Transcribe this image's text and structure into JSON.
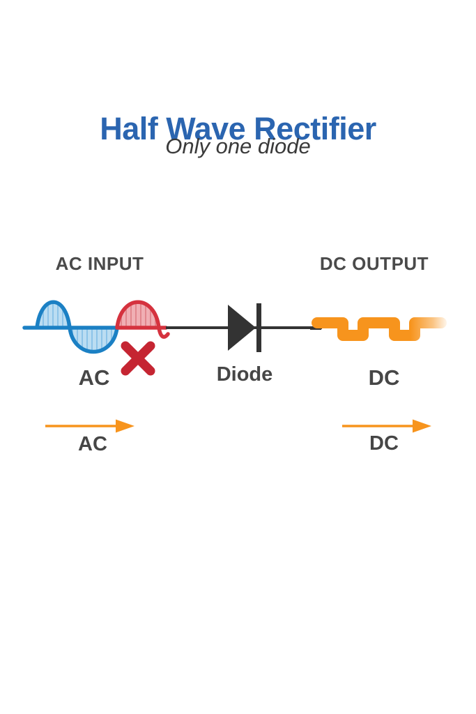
{
  "title": "Half Wave Rectifier",
  "subtitle": "Only one diode",
  "sections": {
    "ac_input_label": "AC INPUT",
    "dc_output_label": "DC OUTPUT"
  },
  "waveform_labels": {
    "ac": "AC",
    "diode": "Diode",
    "dc": "DC"
  },
  "flow": {
    "ac_arrow_label": "AC",
    "dc_arrow_label": "DC"
  },
  "icons": {
    "ac_wave": "ac-sine-wave-icon",
    "blocked_half_cycle": "red-cross-icon",
    "diode": "diode-symbol-icon",
    "dc_wave": "dc-pulse-wave-icon",
    "ac_flow": "orange-right-arrow-icon",
    "dc_flow": "orange-right-arrow-icon"
  },
  "colors": {
    "title_blue": "#2B65B0",
    "text_dark": "#464646",
    "wave_blue_stroke": "#1B80C4",
    "wave_blue_fill": "#BBDDF2",
    "wave_blue_hatch": "#8CC3E8",
    "wave_red_stroke": "#D5323E",
    "wave_red_fill": "#F0AFB4",
    "wave_red_hatch": "#E1868D",
    "cross_red": "#C52532",
    "orange": "#F7941D",
    "circuit_black": "#333333"
  }
}
